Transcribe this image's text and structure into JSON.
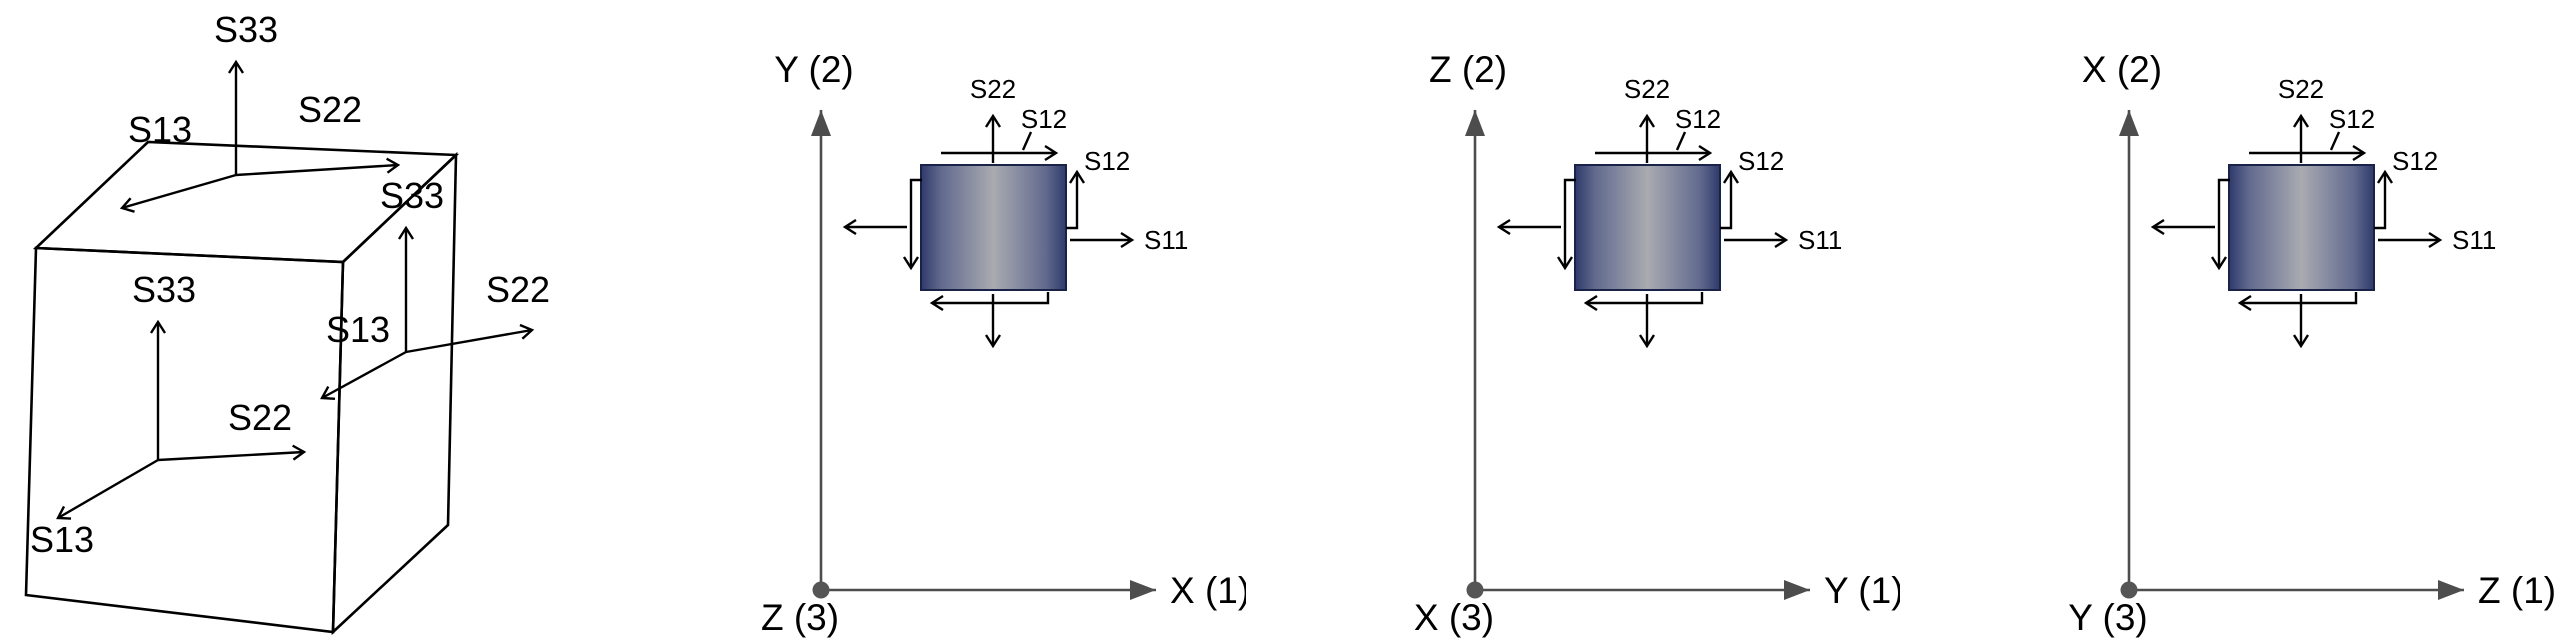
{
  "cube": {
    "faces": {
      "top": {
        "s33": "S33",
        "s22": "S22",
        "s13": "S13"
      },
      "front": {
        "s33": "S33",
        "s22": "S22",
        "s13": "S13"
      },
      "right": {
        "s33": "S33",
        "s22": "S22",
        "s13": "S13"
      }
    }
  },
  "panels": [
    {
      "vertical_axis": "Y (2)",
      "horizontal_axis": "X (1)",
      "origin": "Z (3)",
      "stress": {
        "s22": "S22",
        "s12_top": "S12",
        "s12_side": "S12",
        "s11": "S11"
      }
    },
    {
      "vertical_axis": "Z (2)",
      "horizontal_axis": "Y (1)",
      "origin": "X (3)",
      "stress": {
        "s22": "S22",
        "s12_top": "S12",
        "s12_side": "S12",
        "s11": "S11"
      }
    },
    {
      "vertical_axis": "X (2)",
      "horizontal_axis": "Z (1)",
      "origin": "Y (3)",
      "stress": {
        "s22": "S22",
        "s12_top": "S12",
        "s12_side": "S12",
        "s11": "S11"
      }
    }
  ],
  "colors": {
    "element_edge": "#2f3a6b",
    "element_center": "#a9abb1",
    "element_border": "#1a2248",
    "axis": "#4d4d4d",
    "stroke": "#000000"
  }
}
